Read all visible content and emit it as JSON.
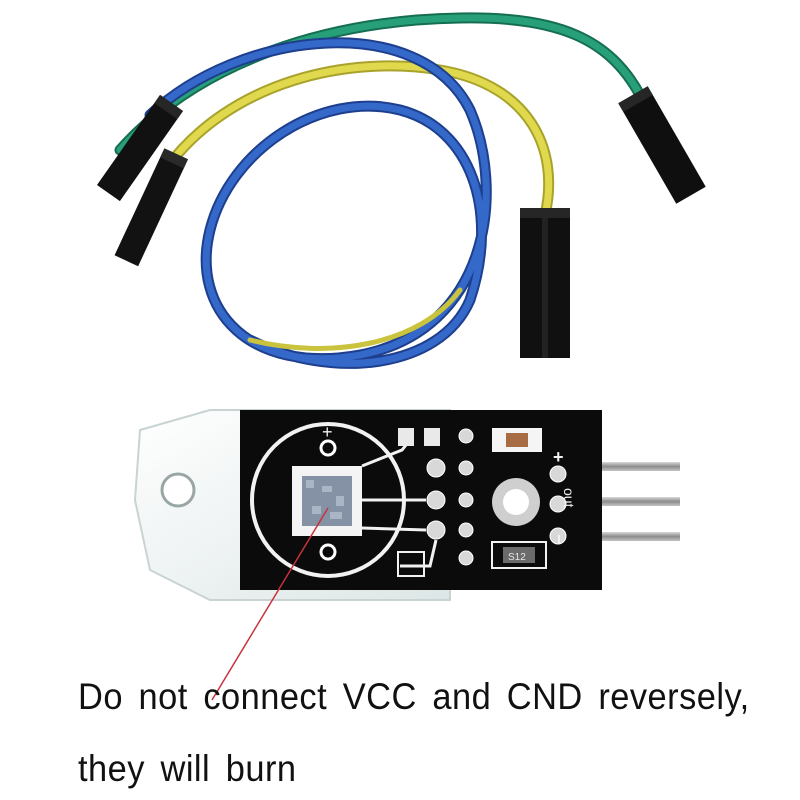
{
  "image": {
    "subject": "DHT22 temperature and humidity sensor module with three female-to-female jumper wires",
    "colors": {
      "wire_green": "#1f8f6a",
      "wire_yellow": "#d8d246",
      "wire_blue": "#2f5fbf",
      "pcb": "#0b0b0b",
      "sensor_housing": "#eef3f3",
      "pin_silver": "#9a9a9a",
      "pointer_line": "#c8323c"
    },
    "pcb_labels": {
      "plus": "+",
      "out": "out",
      "minus": "−",
      "chip_code": "S12"
    }
  },
  "caption": {
    "line1": "Do not connect VCC and CND reversely,",
    "line2": "they will burn"
  }
}
